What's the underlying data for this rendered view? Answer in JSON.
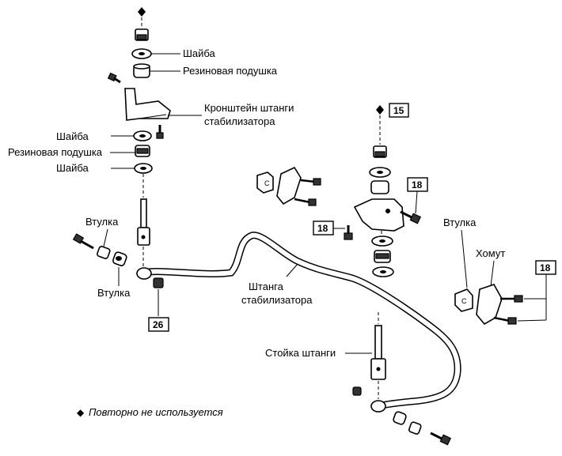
{
  "labels": {
    "washer_top": "Шайба",
    "rubber_cushion_top": "Резиновая подушка",
    "bracket": "Кронштейн штанги",
    "bracket_2": "стабилизатора",
    "washer_mid": "Шайба",
    "rubber_cushion_mid": "Резиновая подушка",
    "washer_low": "Шайба",
    "bushing_left_top": "Втулка",
    "bushing_left_bottom": "Втулка",
    "stab_bar": "Штанга",
    "stab_bar_2": "стабилизатора",
    "bushing_right": "Втулка",
    "clamp": "Хомут",
    "link": "Стойка штанги"
  },
  "torque_boxes": {
    "t15": "15",
    "t18_a": "18",
    "t18_b": "18",
    "t18_c": "18",
    "t26": "26"
  },
  "legend": {
    "symbol": "◆",
    "text": "Повторно не используется"
  }
}
